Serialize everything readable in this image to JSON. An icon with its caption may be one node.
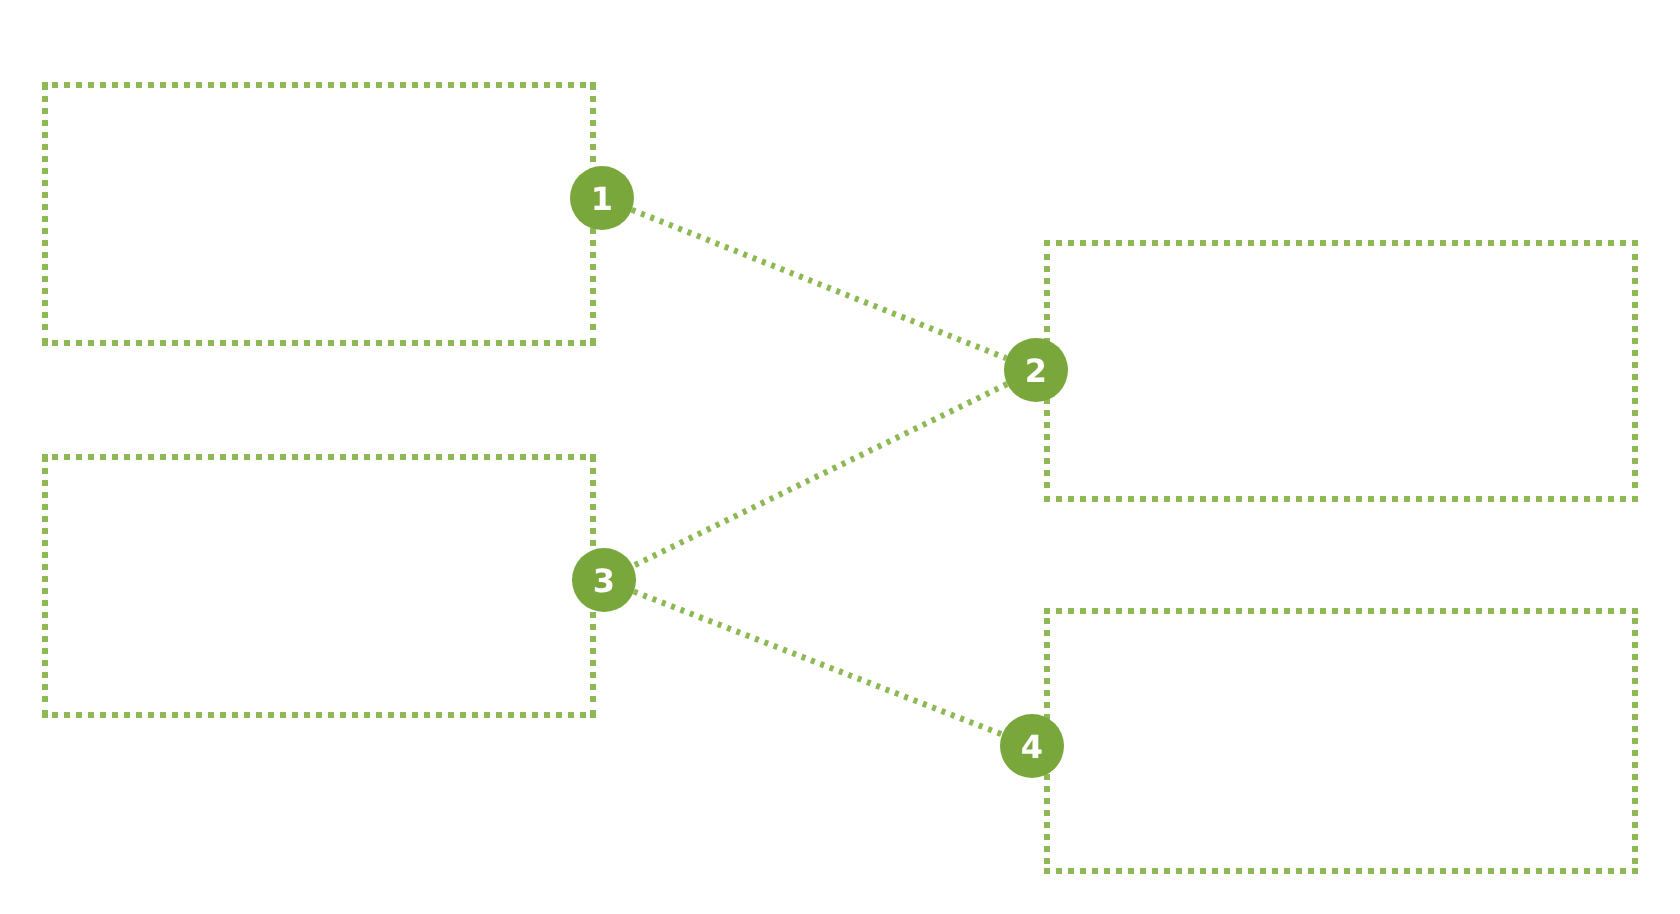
{
  "diagram": {
    "nodes": [
      {
        "text": [],
        "shape": "box"
      },
      {
        "text": [],
        "shape": "box"
      },
      {
        "text": [],
        "shape": "box"
      },
      {
        "text": [],
        "shape": "box"
      },
      {
        "text": [
          "1"
        ]
      },
      {
        "text": [
          "2"
        ]
      },
      {
        "text": [
          "3"
        ]
      },
      {
        "text": [
          "4"
        ]
      }
    ],
    "edges": [
      {
        "from": 4,
        "to": 5,
        "arrow": "none"
      },
      {
        "from": 5,
        "to": 6,
        "arrow": "none"
      },
      {
        "from": 6,
        "to": 7,
        "arrow": "none"
      }
    ]
  }
}
